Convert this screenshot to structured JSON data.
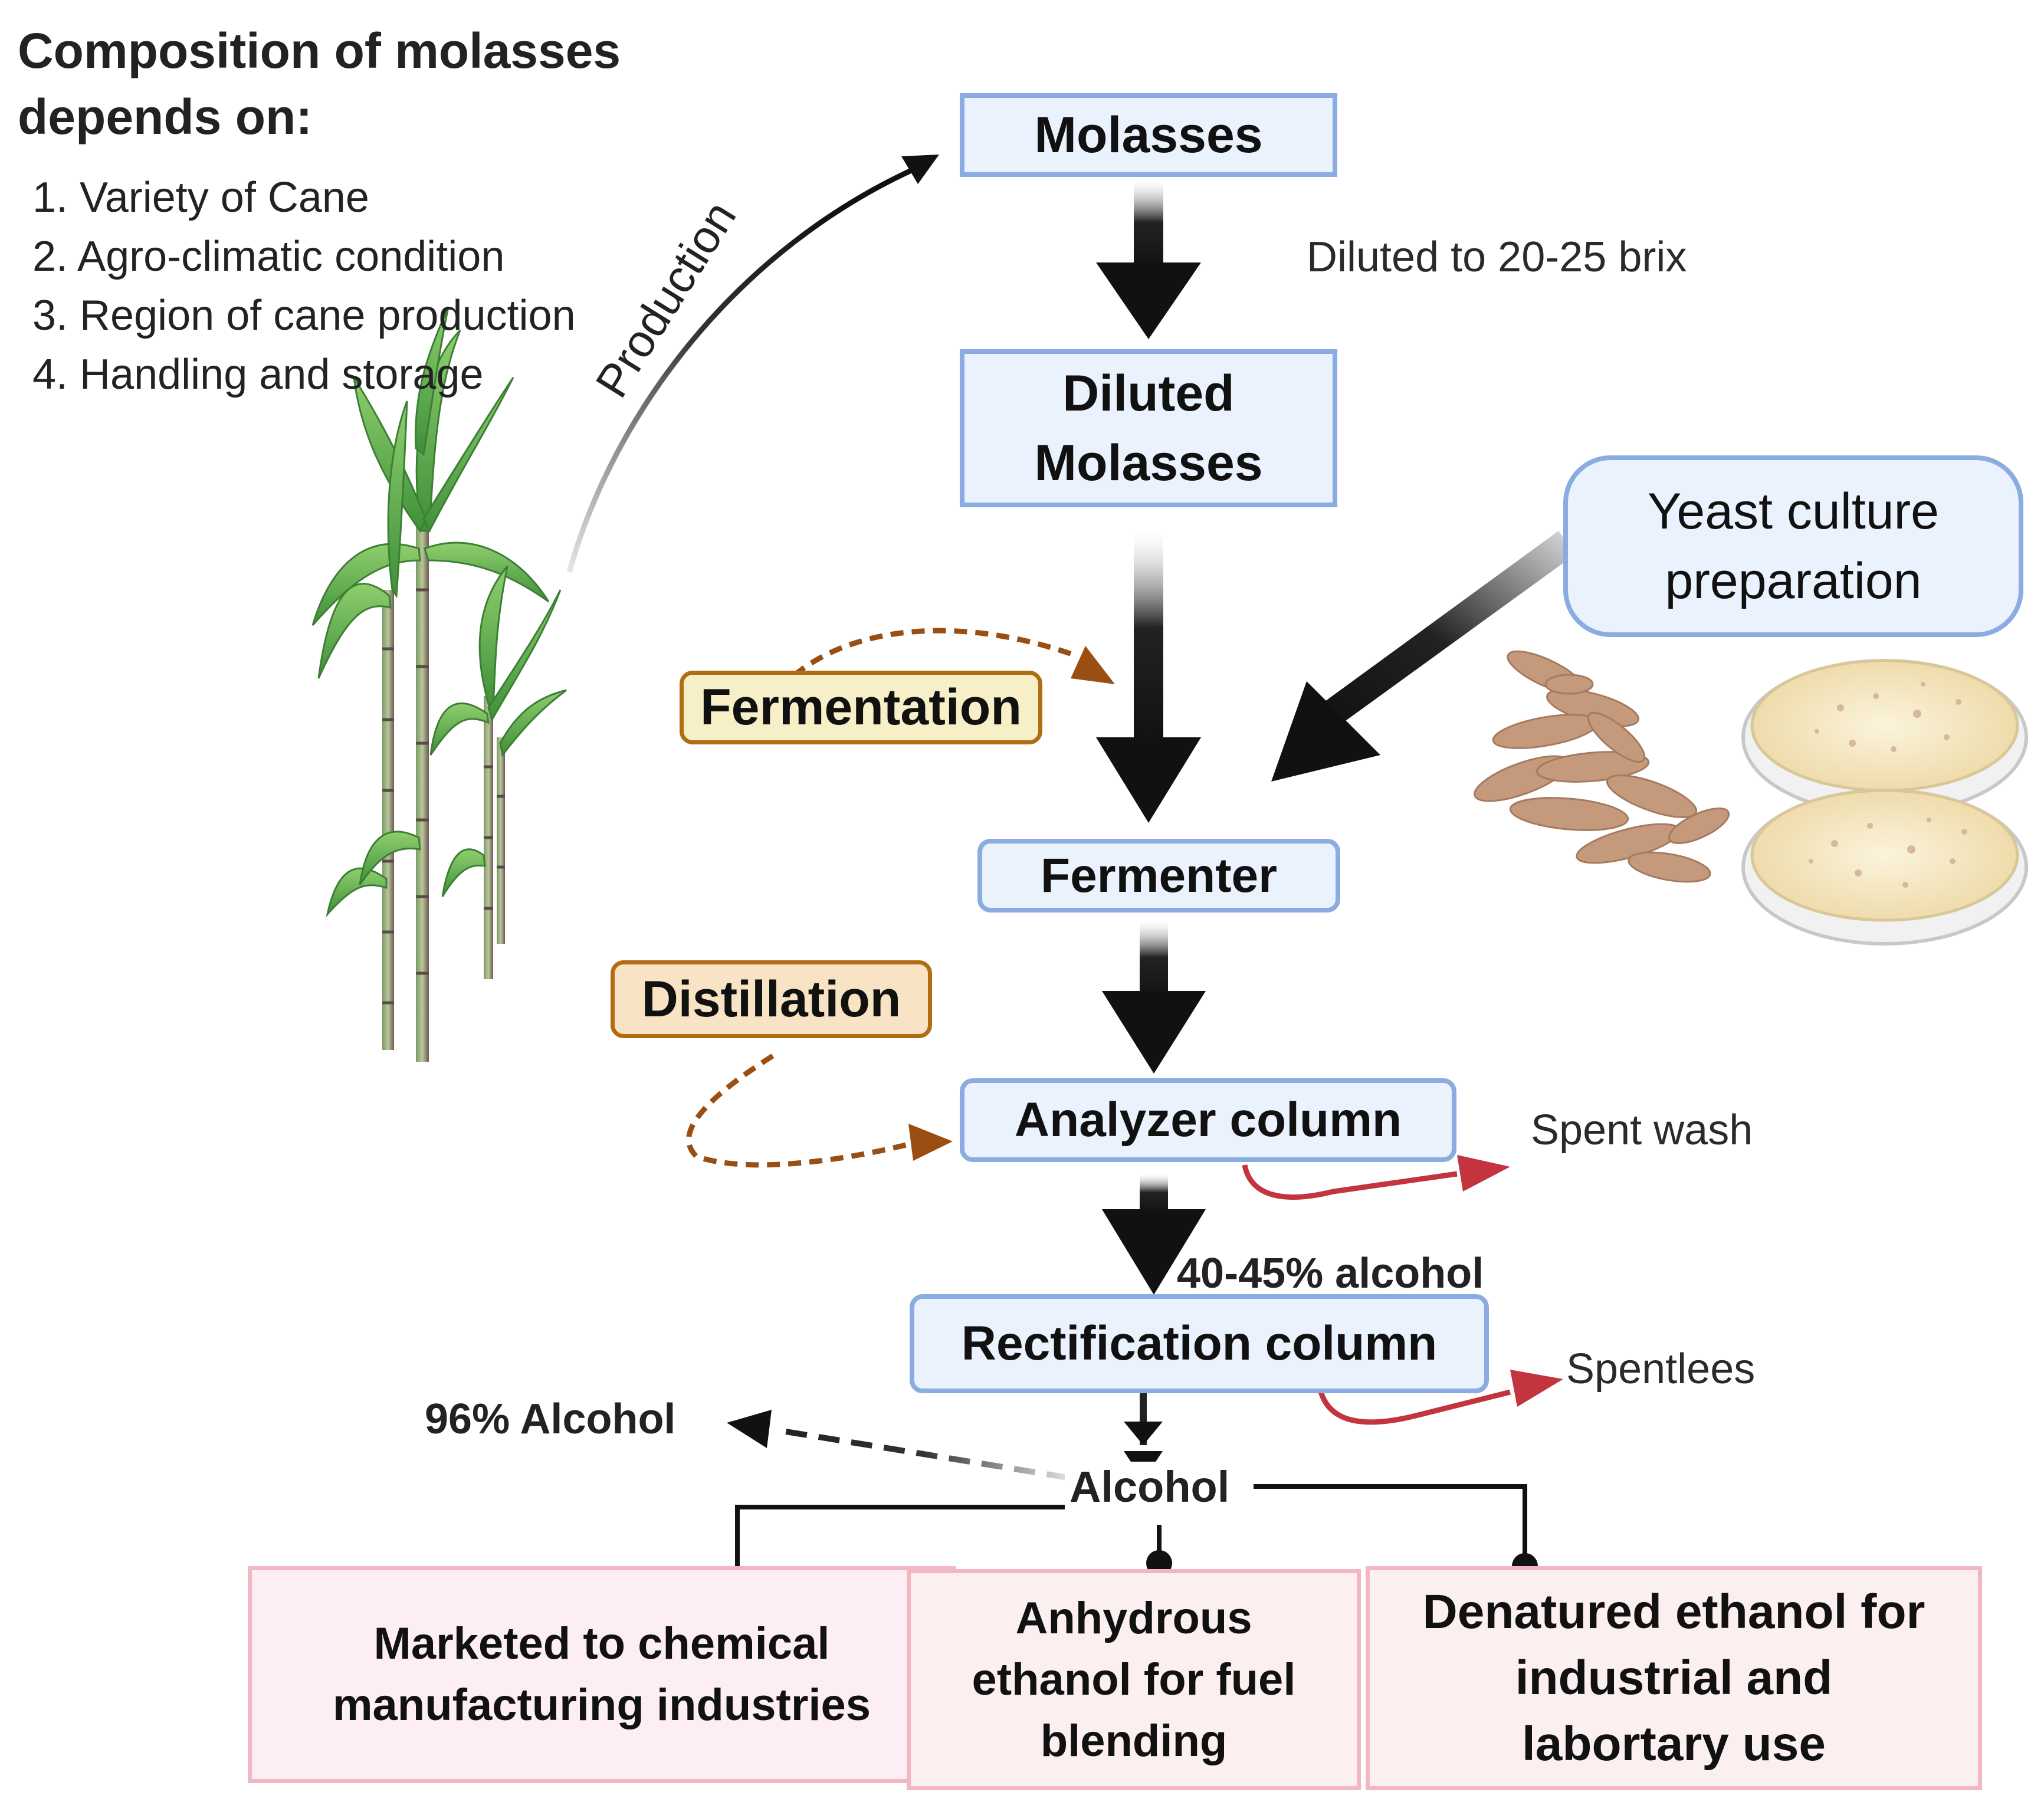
{
  "composition": {
    "title": "Composition of molasses depends on:",
    "factors": [
      "1. Variety of Cane",
      "2. Agro-climatic condition",
      "3. Region of cane production",
      "4. Handling and storage"
    ]
  },
  "arrow_labels": {
    "production": "Production",
    "dilution": "Diluted to 20-25 brix",
    "alcohol_40": "40-45% alcohol",
    "spent_wash": "Spent wash",
    "spentlees": "Spentlees",
    "alcohol_96": "96% Alcohol"
  },
  "nodes": {
    "molasses": "Molasses",
    "diluted_molasses": "Diluted Molasses",
    "yeast": "Yeast culture preparation",
    "fermenter": "Fermenter",
    "analyzer": "Analyzer column",
    "rectification": "Rectification column",
    "alcohol": "Alcohol"
  },
  "processes": {
    "fermentation": "Fermentation",
    "distillation": "Distillation"
  },
  "outputs": [
    "Marketed to chemical manufacturing industries",
    "Anhydrous ethanol for fuel blending",
    "Denatured ethanol for industrial and labortary use"
  ],
  "colors": {
    "node_fill": "#eaf2fd",
    "node_border": "#8bace0",
    "process_border": "#b06d14",
    "fermentation_fill": "#f7efc8",
    "distillation_fill": "#f8e4c4",
    "waste_arrow": "#c3343f",
    "output_border": "#f1b8c2",
    "output_fill": "#fdeef5"
  }
}
